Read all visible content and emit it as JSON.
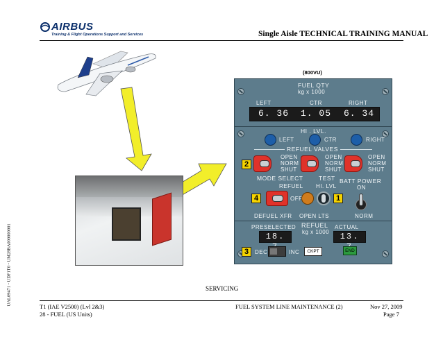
{
  "header": {
    "brand": "AIRBUS",
    "subtitle": "Training & Flight Operations Support and Services",
    "manual_title": "Single Aisle TECHNICAL TRAINING MANUAL"
  },
  "side_code": "UAL09471 - UDF1T0 - UM28BA000000001",
  "panel": {
    "id_label": "(800VU)",
    "fuel_qty_title": "FUEL QTY",
    "fuel_qty_unit": "kg x 1000",
    "col_left": "LEFT",
    "col_ctr": "CTR",
    "col_right": "RIGHT",
    "qty_left": "6. 36",
    "qty_ctr": "1. 05",
    "qty_right": "6. 34",
    "hi_lvl": "HI . LVL.",
    "hi_left": "LEFT",
    "hi_ctr": "CTR",
    "hi_right": "RIGHT",
    "refuel_valves": "REFUEL VALVES",
    "valve_open": "OPEN",
    "valve_norm": "NORM",
    "valve_shut": "SHUT",
    "mode_select": "MODE SELECT",
    "test": "TEST",
    "refuel": "REFUEL",
    "hi_lvl_test": "HI. LVL",
    "off": "OFF",
    "batt_power": "BATT POWER",
    "on": "ON",
    "defuel_xfr": "DEFUEL XFR",
    "open_lts": "OPEN LTS",
    "norm": "NORM",
    "preselected": "PRESELECTED",
    "refuel_big": "REFUEL",
    "refuel_unit": "kg x 1000",
    "actual": "ACTUAL",
    "preselected_value": "18. 7",
    "actual_value": "13. 7",
    "dec": "DEC",
    "inc": "INC",
    "ckpt": "CKPT",
    "end": "END"
  },
  "callouts": [
    "1",
    "2",
    "3",
    "4"
  ],
  "caption": "SERVICING",
  "footer": {
    "left_line1": "T1 (IAE V2500) (Lvl 2&3)",
    "left_line2": "28 - FUEL (US Units)",
    "center": "FUEL SYSTEM LINE MAINTENANCE (2)",
    "date": "Nov 27, 2009",
    "page": "Page 7"
  },
  "colors": {
    "panel": "#5d7c8c",
    "callout": "#f5d300",
    "arrow": "#f2ee2a",
    "valve": "#e0322a"
  }
}
